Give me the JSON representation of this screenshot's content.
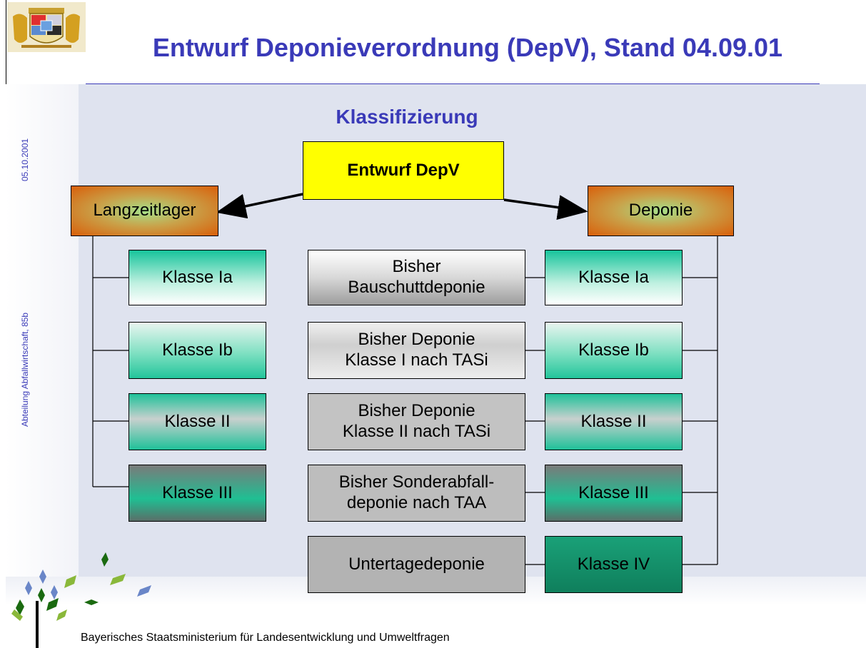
{
  "slide": {
    "title": "Entwurf Deponieverordnung (DepV), Stand 04.09.01",
    "subtitle": "Klassifizierung",
    "side_date": "05.10.2001",
    "side_dept": "Abteilung Abfallwirtschaft, 85b",
    "footer": "Bayerisches Staatsministerium für Landesentwicklung und Umweltfragen"
  },
  "diagram": {
    "root": "Entwurf DepV",
    "left_head": "Langzeitlager",
    "right_head": "Deponie",
    "left_classes": [
      "Klasse Ia",
      "Klasse Ib",
      "Klasse II",
      "Klasse III"
    ],
    "mid": [
      {
        "line1": "Bisher",
        "line2": "Bauschuttdeponie"
      },
      {
        "line1": "Bisher Deponie",
        "line2": "Klasse I nach TASi"
      },
      {
        "line1": "Bisher Deponie",
        "line2": "Klasse II nach TASi"
      },
      {
        "line1": "Bisher Sonderabfall-",
        "line2": "deponie nach TAA"
      },
      {
        "line1": "Untertagedeponie",
        "line2": ""
      }
    ],
    "right_classes": [
      "Klasse Ia",
      "Klasse Ib",
      "Klasse II",
      "Klasse III",
      "Klasse IV"
    ]
  },
  "colors": {
    "title": "#3a3ab8",
    "root_fill": "#ffff00",
    "head_fill": "#d95f0a",
    "class_fill": "#1fc199",
    "mid_fill": "#c3c3c3"
  },
  "icons": [
    "bavarian-crest-icon",
    "tree-logo-icon"
  ]
}
